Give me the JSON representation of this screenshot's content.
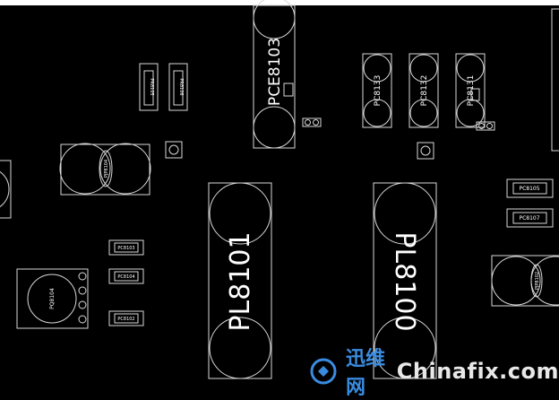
{
  "components": {
    "pce8103": "PCE8103",
    "pc8133": "PC8133",
    "pc8132": "PC8132",
    "pc8131": "PC8131",
    "pl8101": "PL8101",
    "pl8100": "PL8100",
    "pq8104": "PQ8104",
    "pc8105": "PC8105",
    "pc8107": "PC8107",
    "pr8105": "PR8105",
    "pr8106": "PR8106",
    "pjp8104": "PJP8104",
    "pjp8102": "PJP8102",
    "pc8103": "PC8103",
    "pc8104": "PC8104",
    "pc8102": "PC8102"
  },
  "watermark": {
    "brand_cn": "迅维网",
    "brand_en": "Chinafix.com"
  },
  "colors": {
    "background": "#000000",
    "outline": "#d8d8d8",
    "label": "#ffffff",
    "watermark_blue": "#3a8be0"
  }
}
